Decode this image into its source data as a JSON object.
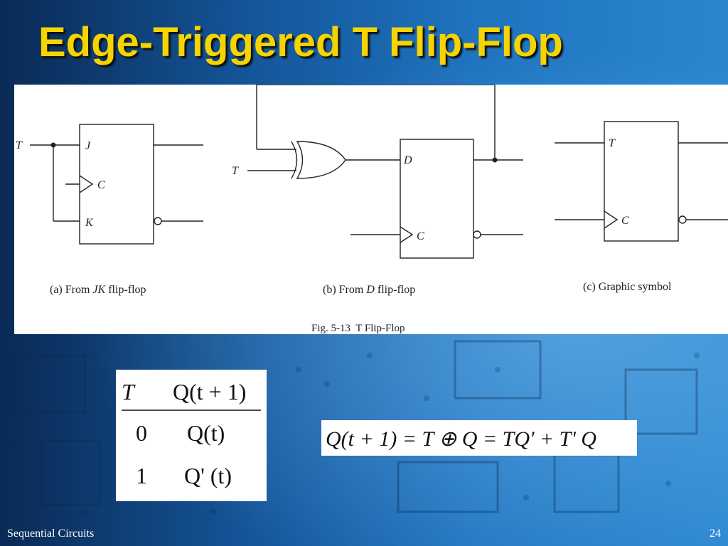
{
  "slide": {
    "title": "Edge-Triggered T Flip-Flop",
    "footer_left": "Sequential Circuits",
    "page_number": "24",
    "colors": {
      "title": "#f5d400",
      "background_dark": "#0a2a55",
      "background_light": "#2a86cf"
    }
  },
  "figure": {
    "caption": "Fig. 5-13  T Flip-Flop",
    "panel_a": {
      "caption_prefix": "(a) From ",
      "caption_italic": "JK",
      "caption_suffix": " flip-flop",
      "input_label": "T",
      "pin_j": "J",
      "pin_c": "C",
      "pin_k": "K"
    },
    "panel_b": {
      "caption_prefix": "(b) From ",
      "caption_italic": "D",
      "caption_suffix": " flip-flop",
      "input_label": "T",
      "pin_d": "D",
      "pin_c": "C"
    },
    "panel_c": {
      "caption": "(c) Graphic symbol",
      "pin_t": "T",
      "pin_c": "C"
    }
  },
  "characteristic_table": {
    "headers": [
      "T",
      "Q(t + 1)"
    ],
    "rows": [
      [
        "0",
        "Q(t)"
      ],
      [
        "1",
        "Q' (t)"
      ]
    ]
  },
  "equation": {
    "text": "Q(t + 1) = T ⊕ Q = TQ' + T' Q"
  }
}
